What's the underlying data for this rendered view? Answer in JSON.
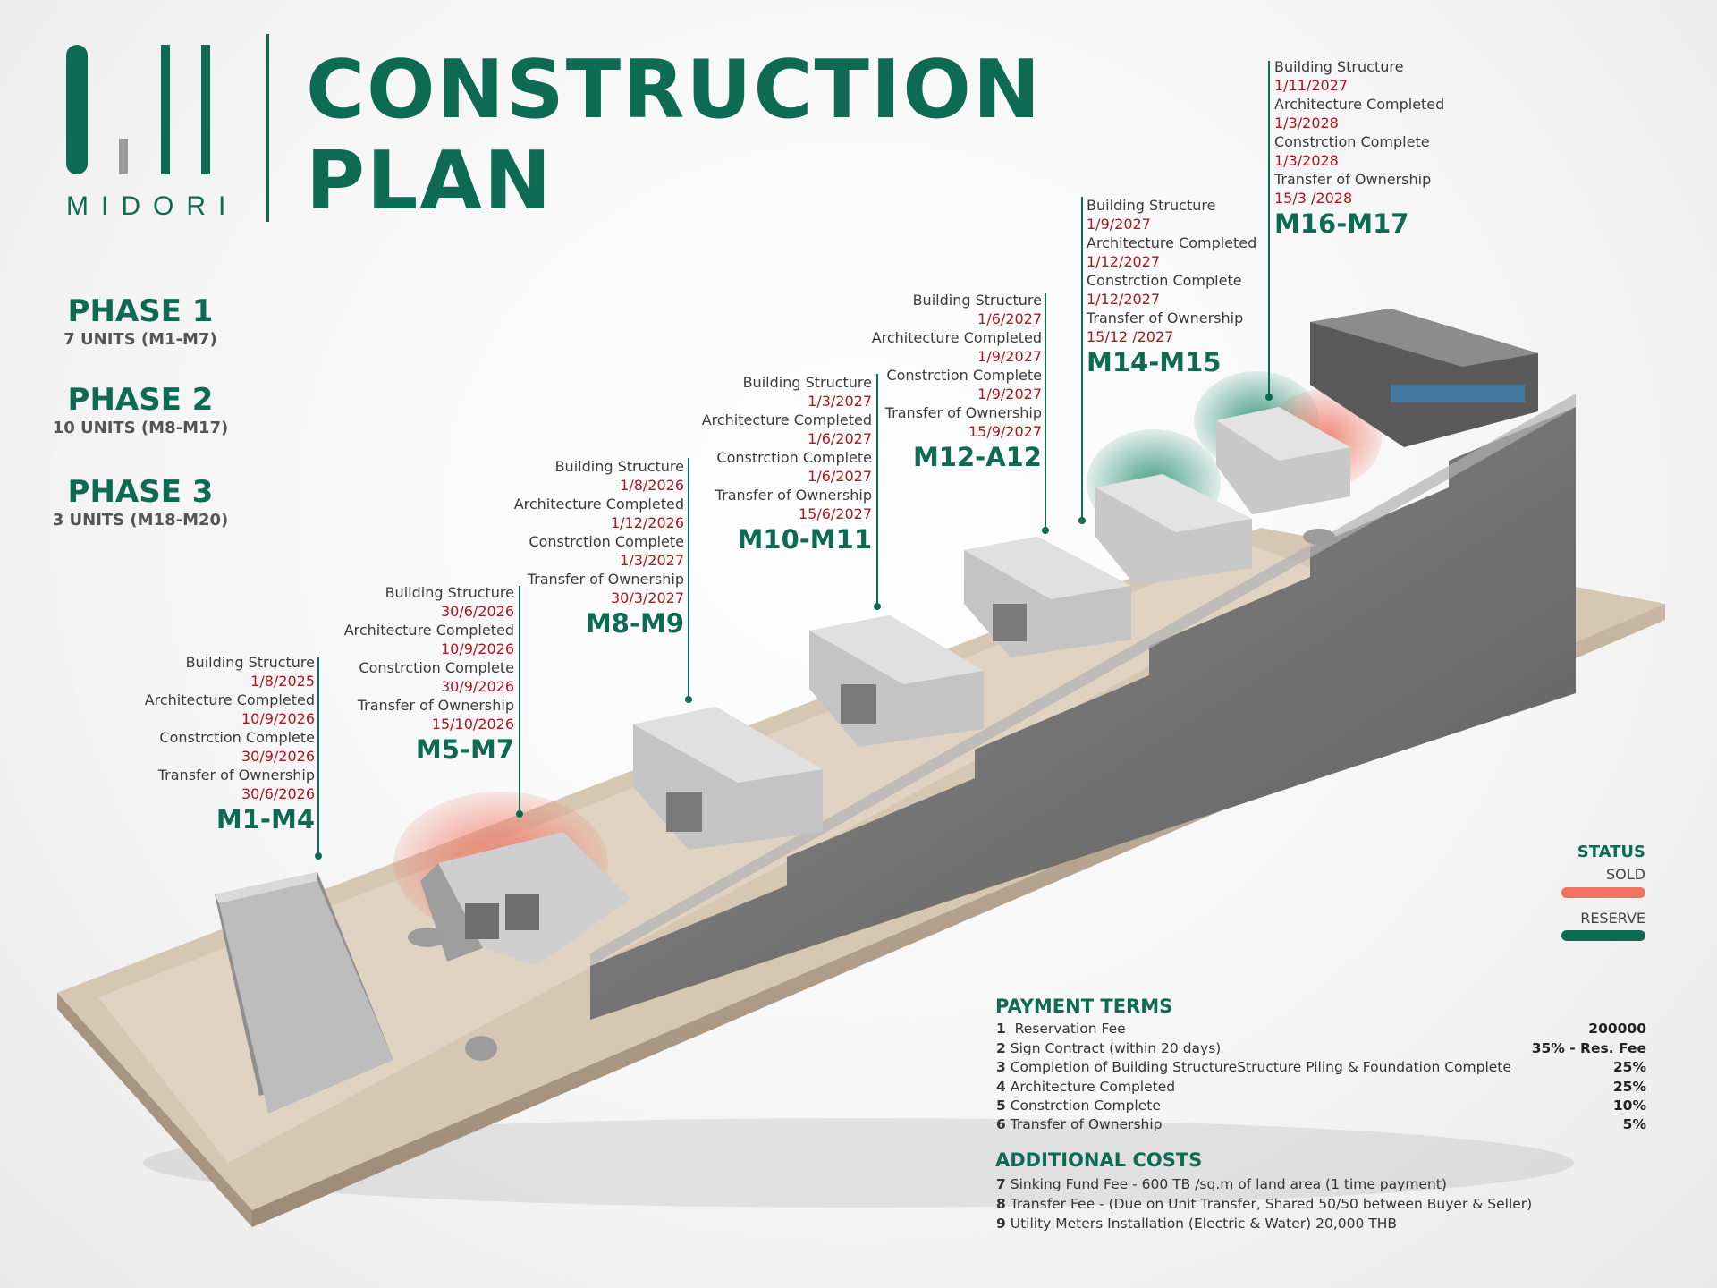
{
  "brand": {
    "logo_text": "MIDORI",
    "title_line1": "CONSTRUCTION",
    "title_line2": "PLAN"
  },
  "colors": {
    "brand_green": "#0e6b53",
    "date_red": "#b0141c",
    "sold": "#f0725f",
    "reserve": "#0e6b53"
  },
  "phases": [
    {
      "title": "PHASE 1",
      "units": "7 UNITS (M1-M7)"
    },
    {
      "title": "PHASE 2",
      "units": "10 UNITS (M8-M17)"
    },
    {
      "title": "PHASE 3",
      "units": "3 UNITS (M18-M20)"
    }
  ],
  "milestone_labels": [
    "Building Structure",
    "Architecture Completed",
    "Constrction Complete",
    "Transfer of Ownership"
  ],
  "groups": [
    {
      "code": "M1-M4",
      "dates": [
        "1/8/2025",
        "10/9/2026",
        "30/9/2026",
        "30/6/2026"
      ]
    },
    {
      "code": "M5-M7",
      "dates": [
        "30/6/2026",
        "10/9/2026",
        "30/9/2026",
        "15/10/2026"
      ],
      "status": "sold"
    },
    {
      "code": "M8-M9",
      "dates": [
        "1/8/2026",
        "1/12/2026",
        "1/3/2027",
        "30/3/2027"
      ]
    },
    {
      "code": "M10-M11",
      "dates": [
        "1/3/2027",
        "1/6/2027",
        "1/6/2027",
        "15/6/2027"
      ]
    },
    {
      "code": "M12-A12",
      "dates": [
        "1/6/2027",
        "1/9/2027",
        "1/9/2027",
        "15/9/2027"
      ]
    },
    {
      "code": "M14-M15",
      "dates": [
        "1/9/2027",
        "1/12/2027",
        "1/12/2027",
        "15/12 /2027"
      ],
      "status": "reserve"
    },
    {
      "code": "M16-M17",
      "dates": [
        "1/11/2027",
        "1/3/2028",
        "1/3/2028",
        "15/3 /2028"
      ],
      "status": "sold+reserve"
    }
  ],
  "status_legend": {
    "title": "STATUS",
    "sold_label": "SOLD",
    "reserve_label": "RESERVE"
  },
  "payment_terms": {
    "title": "PAYMENT TERMS",
    "rows": [
      {
        "num": "1",
        "text": "Reservation Fee",
        "value": "200000"
      },
      {
        "num": "2",
        "text": "Sign Contract (within 20 days)",
        "value": "35% - Res. Fee"
      },
      {
        "num": "3",
        "text": "Completion of Building StructureStructure Piling & Foundation Complete",
        "value": "25%"
      },
      {
        "num": "4",
        "text": "Architecture Completed",
        "value": "25%"
      },
      {
        "num": "5",
        "text": "Constrction Complete",
        "value": "10%"
      },
      {
        "num": "6",
        "text": "Transfer of Ownership",
        "value": "5%"
      }
    ]
  },
  "additional_costs": {
    "title": "ADDITIONAL COSTS",
    "rows": [
      {
        "num": "7",
        "text": "Sinking Fund Fee - 600 TB /sq.m of land area (1 time payment)"
      },
      {
        "num": "8",
        "text": "Transfer Fee - (Due on Unit Transfer, Shared 50/50 between Buyer & Seller)"
      },
      {
        "num": "9",
        "text": "Utility Meters Installation (Electric & Water) 20,000 THB"
      }
    ]
  }
}
